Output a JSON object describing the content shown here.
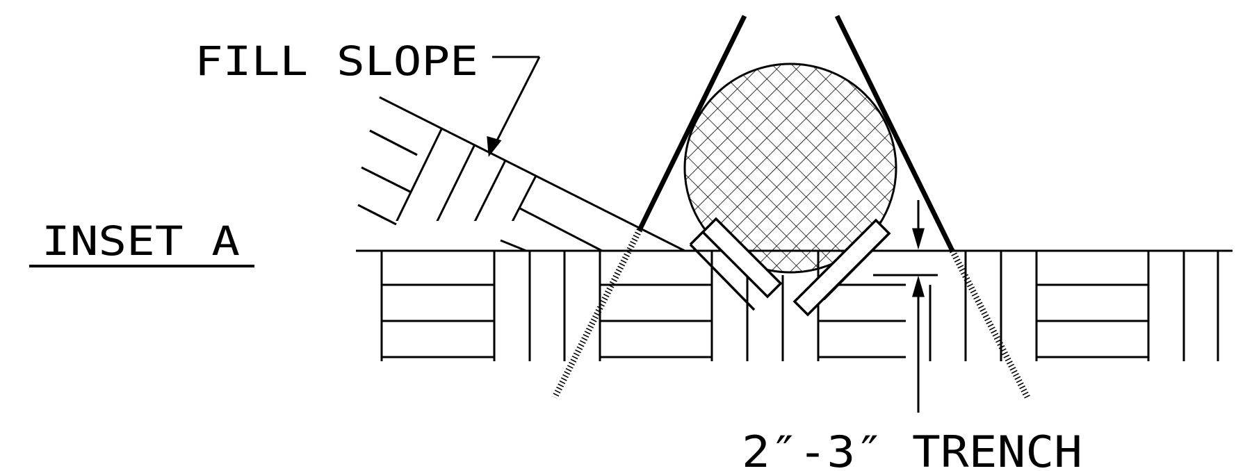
{
  "labels": {
    "fill_slope": "FILL SLOPE",
    "inset": "INSET A",
    "trench": "2″-3″ TRENCH"
  },
  "colors": {
    "ink": "#000000",
    "background": "#ffffff"
  }
}
